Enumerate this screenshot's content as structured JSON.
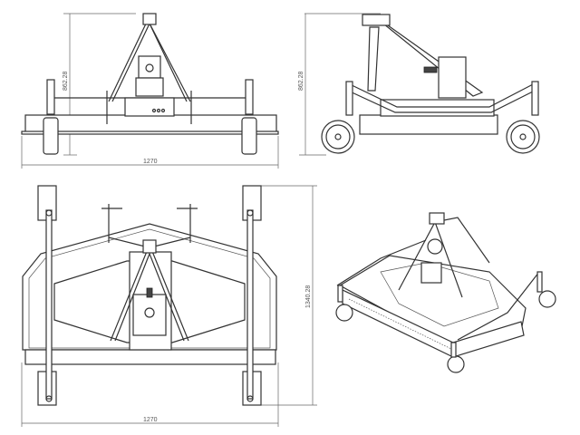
{
  "drawing": {
    "front_view": {
      "height_label": "862.28",
      "width_label": "1270"
    },
    "side_view": {
      "height_label": "862.28"
    },
    "top_view": {
      "depth_label": "1340.28",
      "width_label": "1270"
    },
    "line_color": "#333333"
  }
}
